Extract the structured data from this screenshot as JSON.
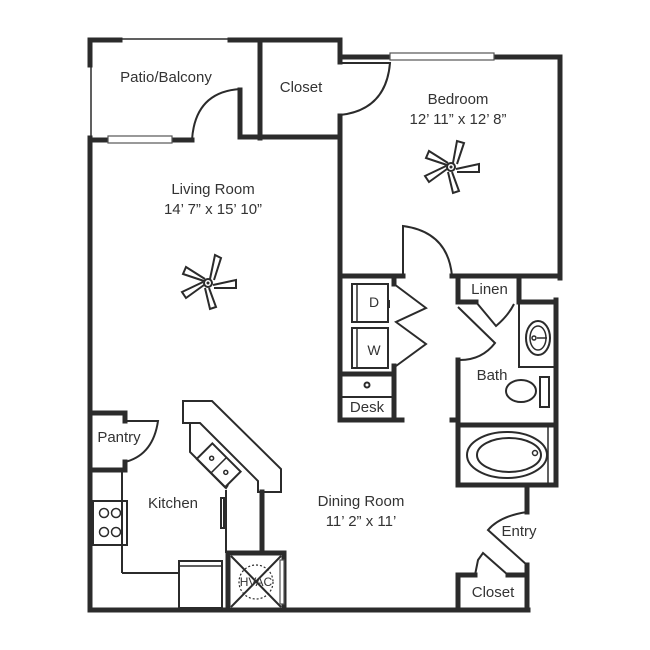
{
  "floorplan": {
    "rooms": {
      "patio": {
        "name": "Patio/Balcony"
      },
      "closet_top": {
        "name": "Closet"
      },
      "bedroom": {
        "name": "Bedroom",
        "dimensions": "12’ 11” x 12’ 8”"
      },
      "living": {
        "name": "Living Room",
        "dimensions": "14’ 7” x 15’ 10”"
      },
      "linen": {
        "name": "Linen"
      },
      "bath": {
        "name": "Bath"
      },
      "desk": {
        "name": "Desk"
      },
      "pantry": {
        "name": "Pantry"
      },
      "kitchen": {
        "name": "Kitchen"
      },
      "dining": {
        "name": "Dining Room",
        "dimensions": "11’ 2” x 11’"
      },
      "entry": {
        "name": "Entry"
      },
      "closet_entry": {
        "name": "Closet"
      }
    },
    "appliances": {
      "dryer": "D",
      "washer": "W",
      "hvac": "HVAC"
    },
    "colors": {
      "wall": "#2b2b2b",
      "text": "#333333",
      "background": "#ffffff"
    }
  }
}
